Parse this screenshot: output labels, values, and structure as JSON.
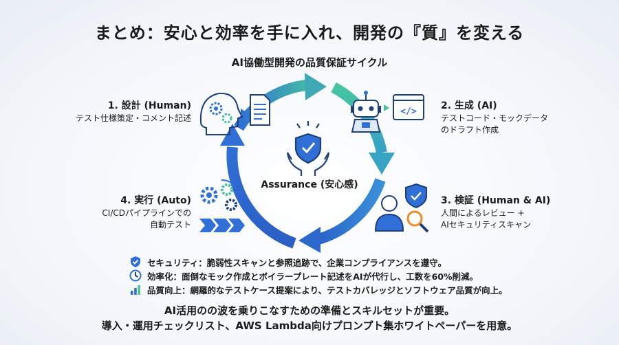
{
  "title": "まとめ：安心と効率を手に入れ、開発の『質』を変える",
  "diagram": {
    "subtitle": "AI協働型開発の品質保証サイクル",
    "center_label": "Assurance (安心感)",
    "stages": [
      {
        "heading": "1. 設計 (Human)",
        "lines": [
          "テスト仕様策定・コメント記述"
        ]
      },
      {
        "heading": "2. 生成 (AI)",
        "lines": [
          "テストコード・モックデータ",
          "のドラフト作成"
        ]
      },
      {
        "heading": "3. 検証 (Human & AI)",
        "lines": [
          "人間によるレビュー +",
          "AIセキュリティスキャン"
        ]
      },
      {
        "heading": "4. 実行 (Auto)",
        "lines": [
          "CI/CDパイプラインでの",
          "自動テスト"
        ]
      }
    ]
  },
  "benefits": [
    {
      "icon": "shield-icon",
      "text": "セキュリティ：脆弱性スキャンと参照追跡で、企業コンプライアンスを遵守。"
    },
    {
      "icon": "clock-icon",
      "text": "効率化：面倒なモック作成とボイラープレート記述をAIが代行し、工数を60%削減。"
    },
    {
      "icon": "bar-chart-icon",
      "text": "品質向上：網羅的なテストケース提案により、テストカバレッジとソフトウェア品質が向上。"
    }
  ],
  "closing": [
    "AI活用のの波を乗りこなすための準備とスキルセットが重要。",
    "導入・運用チェックリスト、AWS Lambda向けプロンプト集ホワイトペーパーを用意。"
  ],
  "colors": {
    "blue": "#2f6fd6",
    "green": "#46c29a",
    "navy": "#1f3f7a",
    "orange": "#f08a24"
  }
}
